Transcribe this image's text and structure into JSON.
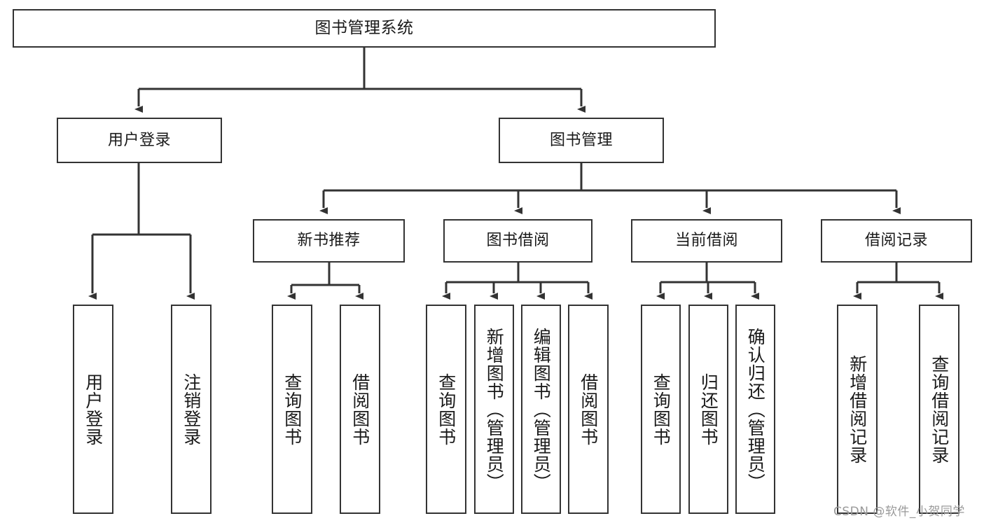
{
  "diagram": {
    "type": "tree-hierarchy-chart",
    "title": "图书管理系统",
    "root": {
      "label": "图书管理系统"
    },
    "level2": [
      {
        "id": "user-login",
        "label": "用户登录"
      },
      {
        "id": "book-manage",
        "label": "图书管理"
      }
    ],
    "level3": [
      {
        "id": "new-book-rec",
        "label": "新书推荐"
      },
      {
        "id": "book-borrow",
        "label": "图书借阅"
      },
      {
        "id": "current-borrow",
        "label": "当前借阅"
      },
      {
        "id": "borrow-record",
        "label": "借阅记录"
      }
    ],
    "leaves": {
      "user_login": [
        {
          "id": "leaf-user-login",
          "label": "用户登录"
        },
        {
          "id": "leaf-logout-login",
          "label": "注销登录"
        }
      ],
      "new_book_rec": [
        {
          "id": "leaf-query-book-1",
          "label": "查询图书"
        },
        {
          "id": "leaf-borrow-book-1",
          "label": "借阅图书"
        }
      ],
      "book_borrow": [
        {
          "id": "leaf-query-book-2",
          "label": "查询图书"
        },
        {
          "id": "leaf-add-book",
          "label": "新增图书（管理员）"
        },
        {
          "id": "leaf-edit-book",
          "label": "编辑图书（管理员）"
        },
        {
          "id": "leaf-borrow-book-2",
          "label": "借阅图书"
        }
      ],
      "current_borrow": [
        {
          "id": "leaf-query-book-3",
          "label": "查询图书"
        },
        {
          "id": "leaf-return-book",
          "label": "归还图书"
        },
        {
          "id": "leaf-confirm-return",
          "label": "确认归还（管理员）"
        }
      ],
      "borrow_record": [
        {
          "id": "leaf-add-record",
          "label": "新增借阅记录"
        },
        {
          "id": "leaf-query-record",
          "label": "查询借阅记录"
        }
      ]
    }
  },
  "watermark": {
    "text": "CSDN @软件_小贺同学"
  },
  "colors": {
    "stroke": "#333333",
    "box_fill": "#ffffff",
    "text": "#1a1a1a",
    "watermark": "#9a9a9a",
    "background": "#ffffff"
  }
}
